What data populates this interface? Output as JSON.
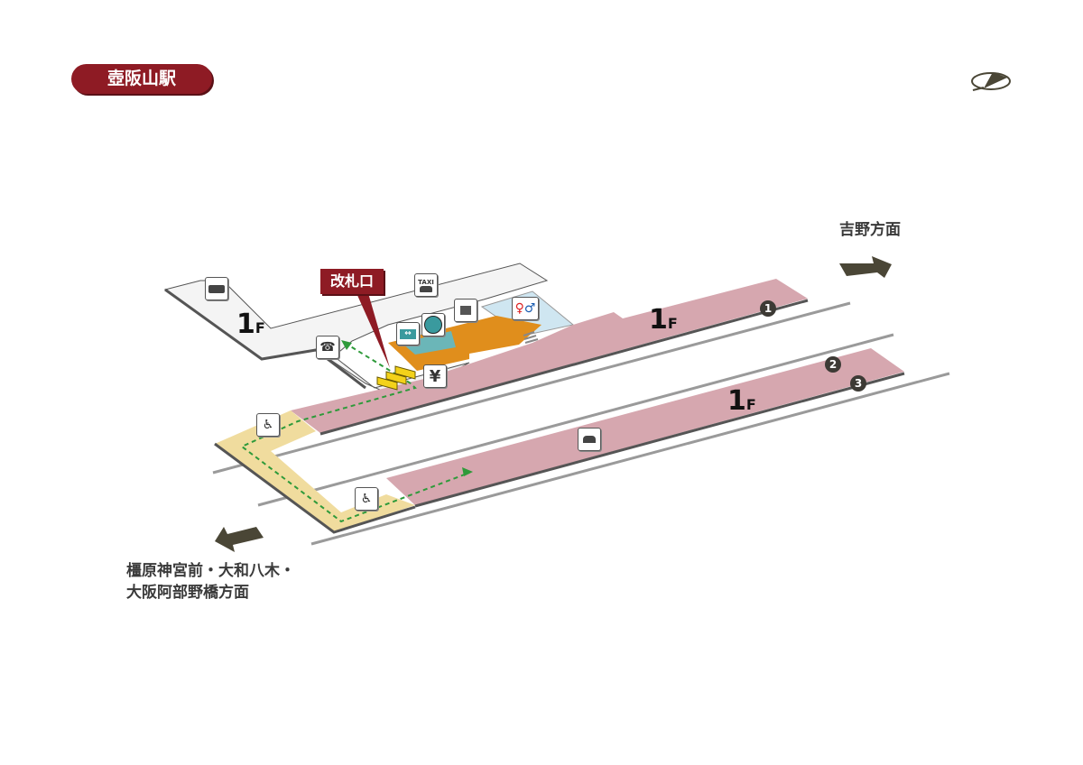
{
  "station": {
    "name": "壺阪山駅"
  },
  "directions": {
    "north": "吉野方面",
    "south_line1": "橿原神宮前・大和八木・",
    "south_line2": "大阪阿部野橋方面"
  },
  "gate_label": "改札口",
  "floors": {
    "concourse": "1",
    "platform1": "1",
    "platform23": "1",
    "suffix": "F"
  },
  "platforms": [
    "1",
    "2",
    "3"
  ],
  "icons": {
    "bus": "bus-icon",
    "taxi": "taxi-icon",
    "taxi_text": "TAXI",
    "phone": "phone-icon",
    "locker": "coin-locker-icon",
    "toilet": "restroom-icon",
    "escalator": "escalator-icon",
    "monitor": "information-display-icon",
    "yen": "¥",
    "wheelchair": "wheelchair-ramp-icon",
    "nursing": "waiting-area-icon"
  },
  "colors": {
    "brand": "#8e1b24",
    "platform": "#d6a7af",
    "concourse": "#f4f4f4",
    "ramp": "#f0dc9e",
    "ticket_area": "#e08e1c",
    "restroom": "#cfe6f1",
    "route": "#2e9a3a",
    "arrow": "#4a4636"
  }
}
